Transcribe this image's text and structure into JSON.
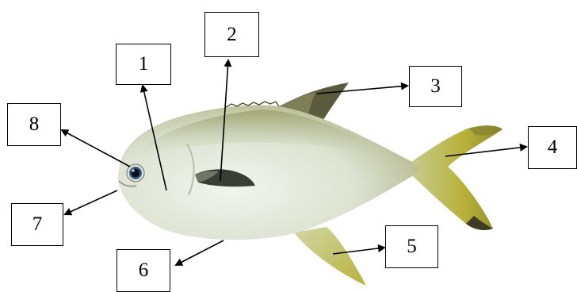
{
  "labels": [
    {
      "id": "1",
      "text": "1"
    },
    {
      "id": "2",
      "text": "2"
    },
    {
      "id": "3",
      "text": "3"
    },
    {
      "id": "4",
      "text": "4"
    },
    {
      "id": "5",
      "text": "5"
    },
    {
      "id": "6",
      "text": "6"
    },
    {
      "id": "7",
      "text": "7"
    },
    {
      "id": "8",
      "text": "8"
    }
  ],
  "colors": {
    "body_silver": "#d9e0cf",
    "back_olive": "#a9ad7a",
    "fin_yellow": "#b8b23a",
    "fin_dark": "#4b4a33",
    "eye_blue": "#3f5f8f",
    "outline": "#000000"
  },
  "figure": "pompano-fish"
}
